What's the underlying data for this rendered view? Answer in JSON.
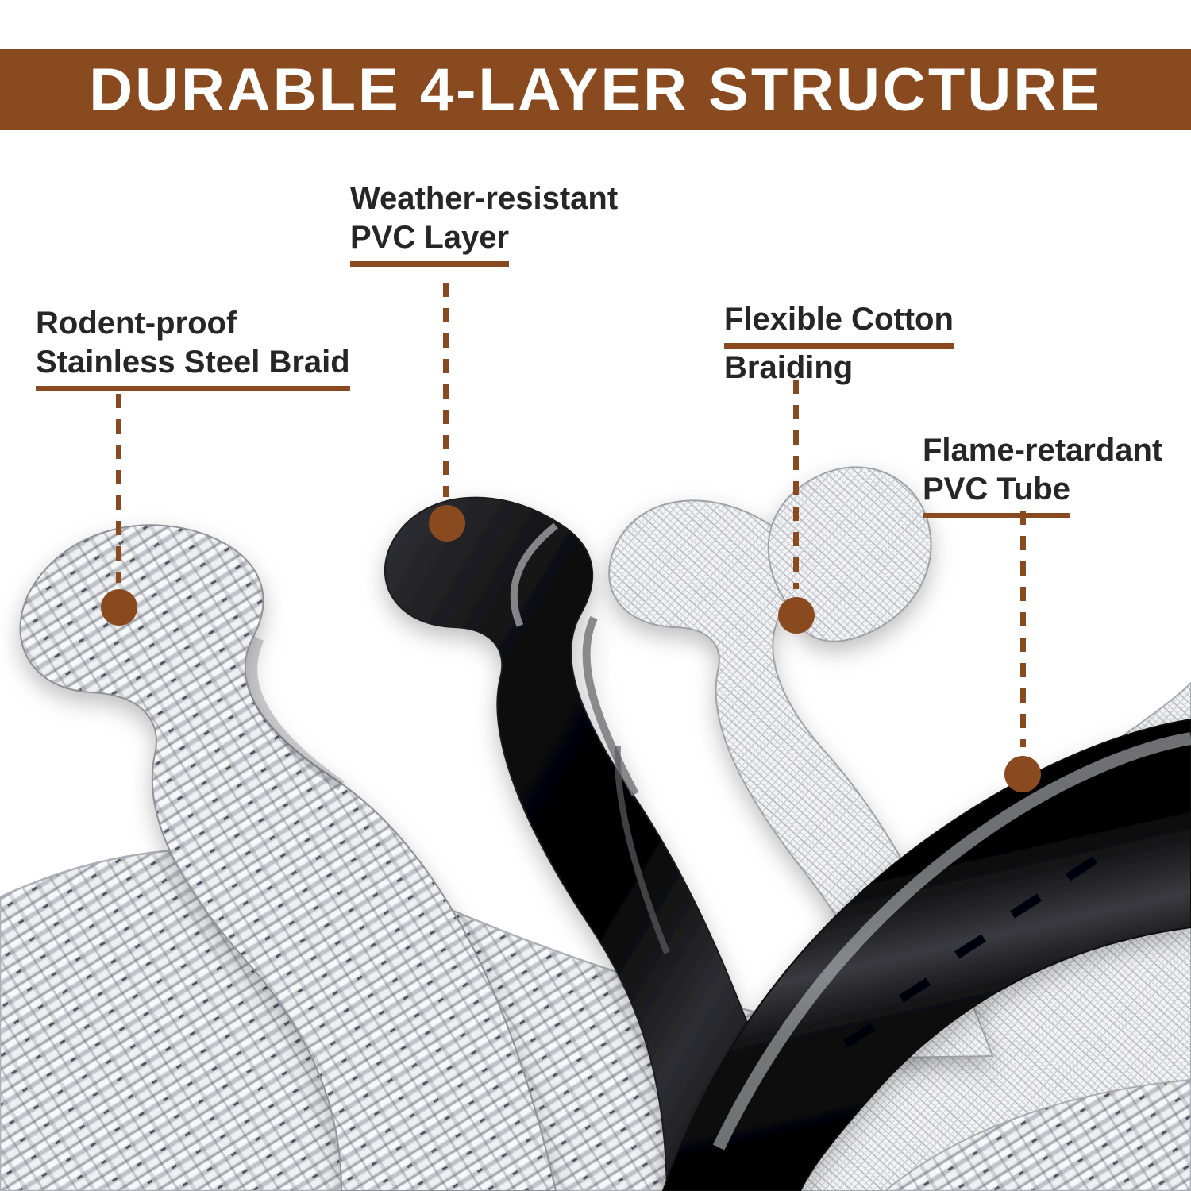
{
  "header": {
    "title": "DURABLE 4-LAYER STRUCTURE"
  },
  "callouts": [
    {
      "line1": "Rodent-proof",
      "line2": "Stainless Steel Braid",
      "underlined_line": 2
    },
    {
      "line1": "Weather-resistant",
      "line2": "PVC Layer",
      "underlined_line": 2
    },
    {
      "line1": "Flexible Cotton",
      "line2": "Braiding",
      "underlined_line": 1
    },
    {
      "line1": "Flame-retardant",
      "line2": "PVC Tube",
      "underlined_line": 2
    }
  ],
  "illustration": {
    "layer_names": [
      "stainless-steel-braid",
      "pvc-layer",
      "cotton-braiding",
      "pvc-tube"
    ]
  },
  "colors": {
    "accent_brown": "#8a4a1f",
    "header_background": "#8a4a1f",
    "header_text": "#ffffff",
    "label_text": "#262626",
    "background": "#ffffff",
    "pvc_black": "#0c0c0e",
    "braid_silver": "#dfe0e4",
    "mesh_gray": "#b0b2b8"
  }
}
